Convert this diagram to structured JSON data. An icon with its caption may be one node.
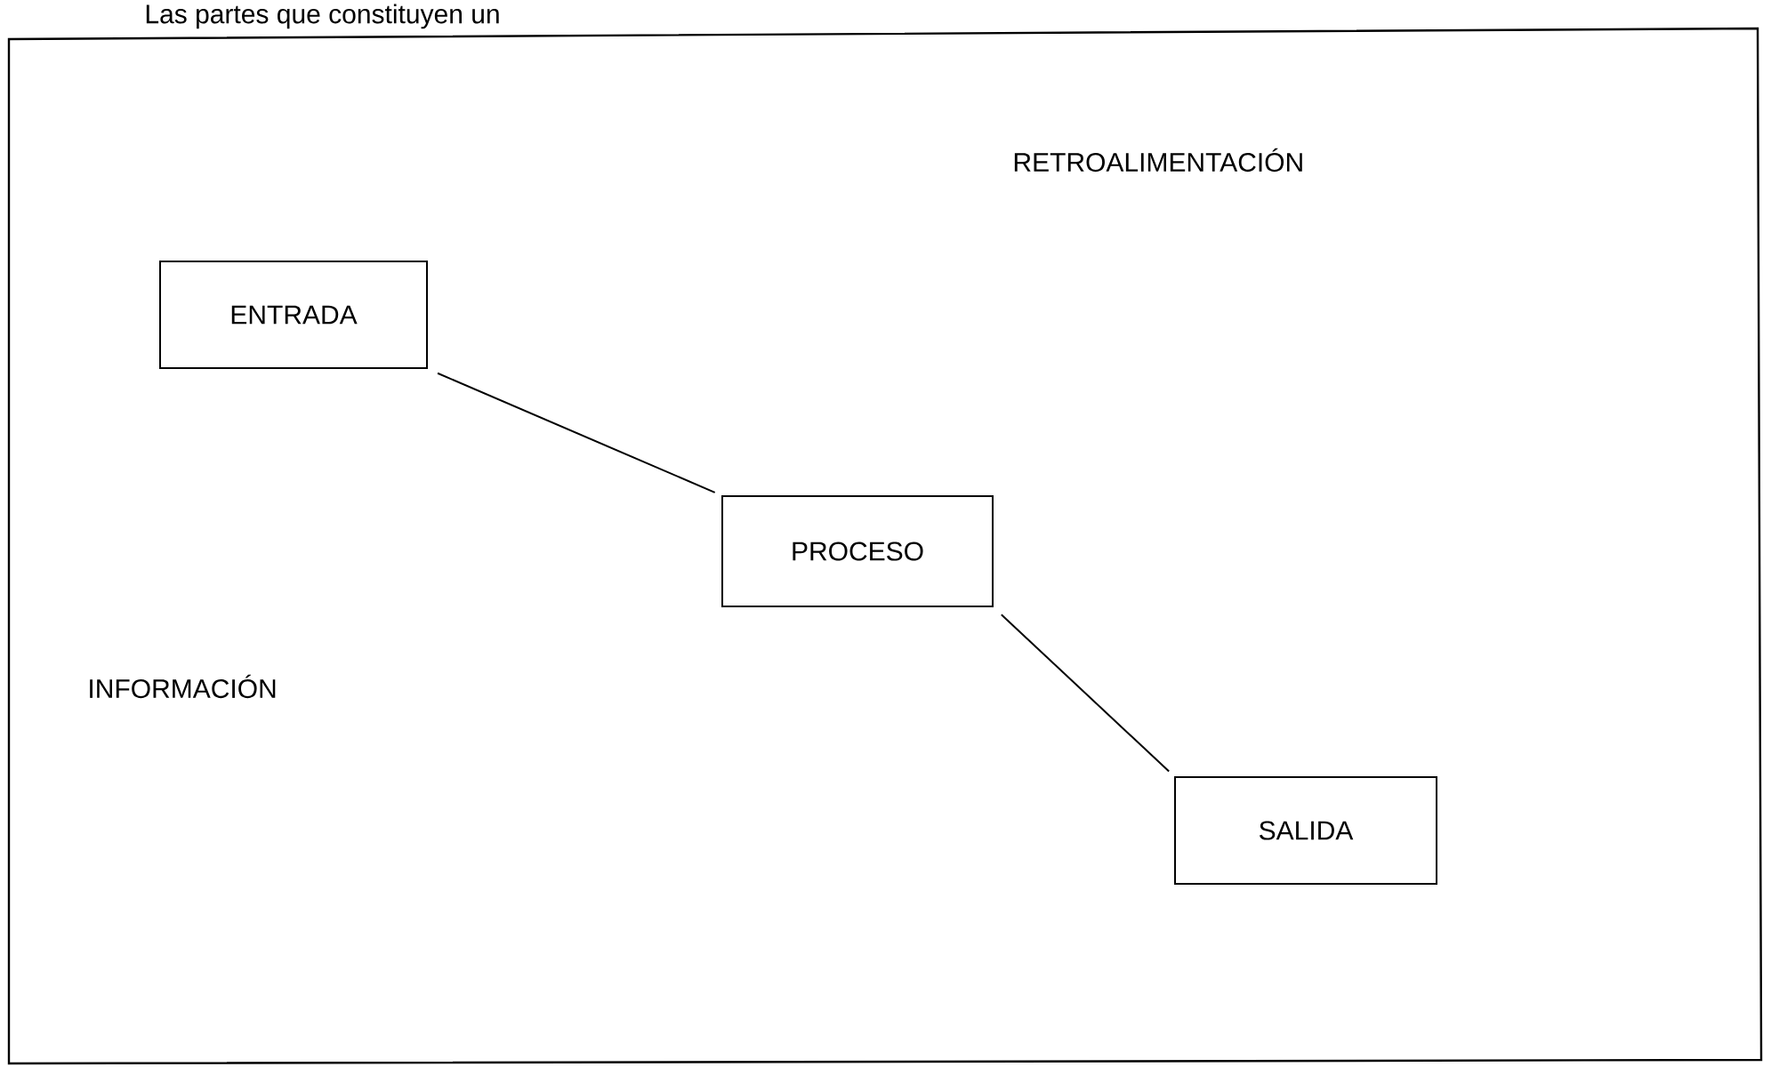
{
  "diagram": {
    "title": "Las partes que constituyen un",
    "nodes": [
      {
        "text": [
          "ENTRADA"
        ]
      },
      {
        "text": [
          "PROCESO"
        ]
      },
      {
        "text": [
          "SALIDA"
        ]
      }
    ],
    "edges": [
      {
        "from": 0,
        "to": 1,
        "arrow": "none"
      },
      {
        "from": 1,
        "to": 2,
        "arrow": "none"
      }
    ],
    "labels": [
      "RETROALIMENTACIÓN",
      "INFORMACIÓN"
    ]
  }
}
